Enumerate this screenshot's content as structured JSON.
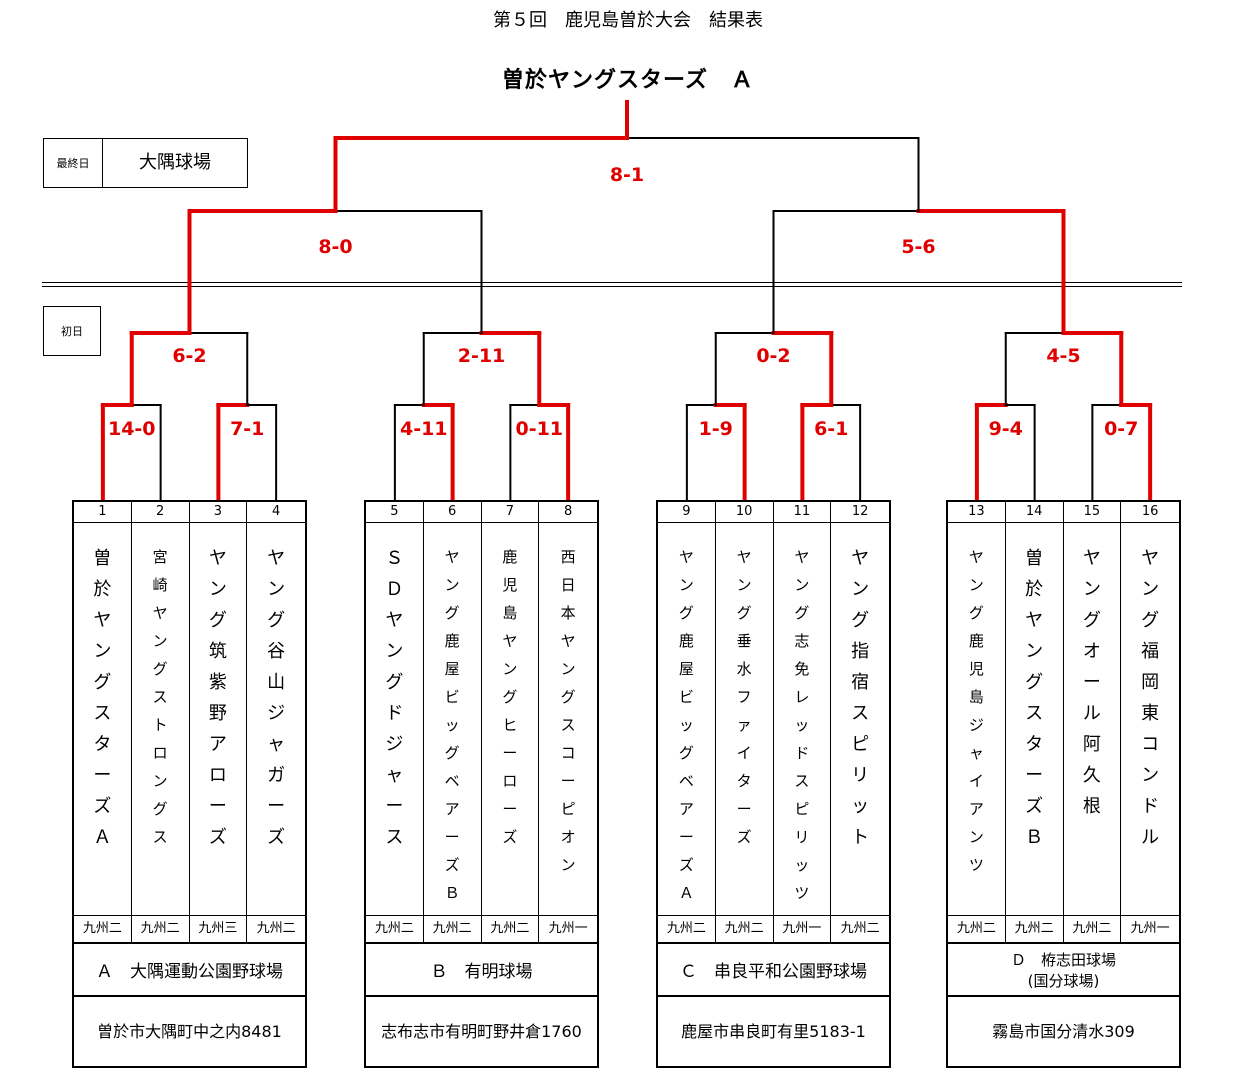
{
  "header": {
    "title": "第５回　鹿児島曽於大会　結果表",
    "champion": "曽於ヤングスターズ　Ａ"
  },
  "days": {
    "final_day_label": "最終日",
    "final_day_venue": "大隅球場",
    "first_day_label": "初日"
  },
  "colors": {
    "winner_line": "#e00000",
    "loser_line": "#000000"
  },
  "scores": {
    "r1": [
      "14-0",
      "7-1",
      "4-11",
      "0-11",
      "1-9",
      "6-1",
      "9-4",
      "0-7"
    ],
    "r2": [
      "6-2",
      "2-11",
      "0-2",
      "4-5"
    ],
    "semi": [
      "8-0",
      "5-6"
    ],
    "final": "8-1"
  },
  "groups": [
    {
      "venue": "Ａ　大隅運動公園野球場",
      "venue_sub": "",
      "address": "曽於市大隅町中之内8481",
      "teams": [
        {
          "num": "1",
          "name": "曽於ヤングスターズＡ",
          "league": "九州二"
        },
        {
          "num": "2",
          "name": "宮崎ヤングストロングス",
          "league": "九州二"
        },
        {
          "num": "3",
          "name": "ヤング筑紫野アローズ",
          "league": "九州三"
        },
        {
          "num": "4",
          "name": "ヤング谷山ジャガーズ",
          "league": "九州二"
        }
      ]
    },
    {
      "venue": "Ｂ　有明球場",
      "venue_sub": "",
      "address": "志布志市有明町野井倉1760",
      "teams": [
        {
          "num": "5",
          "name": "ＳＤヤングドジャース",
          "league": "九州二"
        },
        {
          "num": "6",
          "name": "ヤング鹿屋ビッグベアーズＢ",
          "league": "九州二"
        },
        {
          "num": "7",
          "name": "鹿児島ヤングヒーローズ",
          "league": "九州二"
        },
        {
          "num": "8",
          "name": "西日本ヤングスコーピオン",
          "league": "九州一"
        }
      ]
    },
    {
      "venue": "Ｃ　串良平和公園野球場",
      "venue_sub": "",
      "address": "鹿屋市串良町有里5183-1",
      "teams": [
        {
          "num": "9",
          "name": "ヤング鹿屋ビッグベアーズＡ",
          "league": "九州二"
        },
        {
          "num": "10",
          "name": "ヤング垂水ファイターズ",
          "league": "九州二"
        },
        {
          "num": "11",
          "name": "ヤング志免レッドスピリッツ",
          "league": "九州一"
        },
        {
          "num": "12",
          "name": "ヤング指宿スピリット",
          "league": "九州二"
        }
      ]
    },
    {
      "venue": "Ｄ　栫志田球場",
      "venue_sub": "(国分球場)",
      "address": "霧島市国分清水309",
      "teams": [
        {
          "num": "13",
          "name": "ヤング鹿児島ジャイアンツ",
          "league": "九州二"
        },
        {
          "num": "14",
          "name": "曽於ヤングスターズＢ",
          "league": "九州二"
        },
        {
          "num": "15",
          "name": "ヤングオール阿久根",
          "league": "九州二"
        },
        {
          "num": "16",
          "name": "ヤング福岡東コンドル",
          "league": "九州一"
        }
      ]
    }
  ]
}
